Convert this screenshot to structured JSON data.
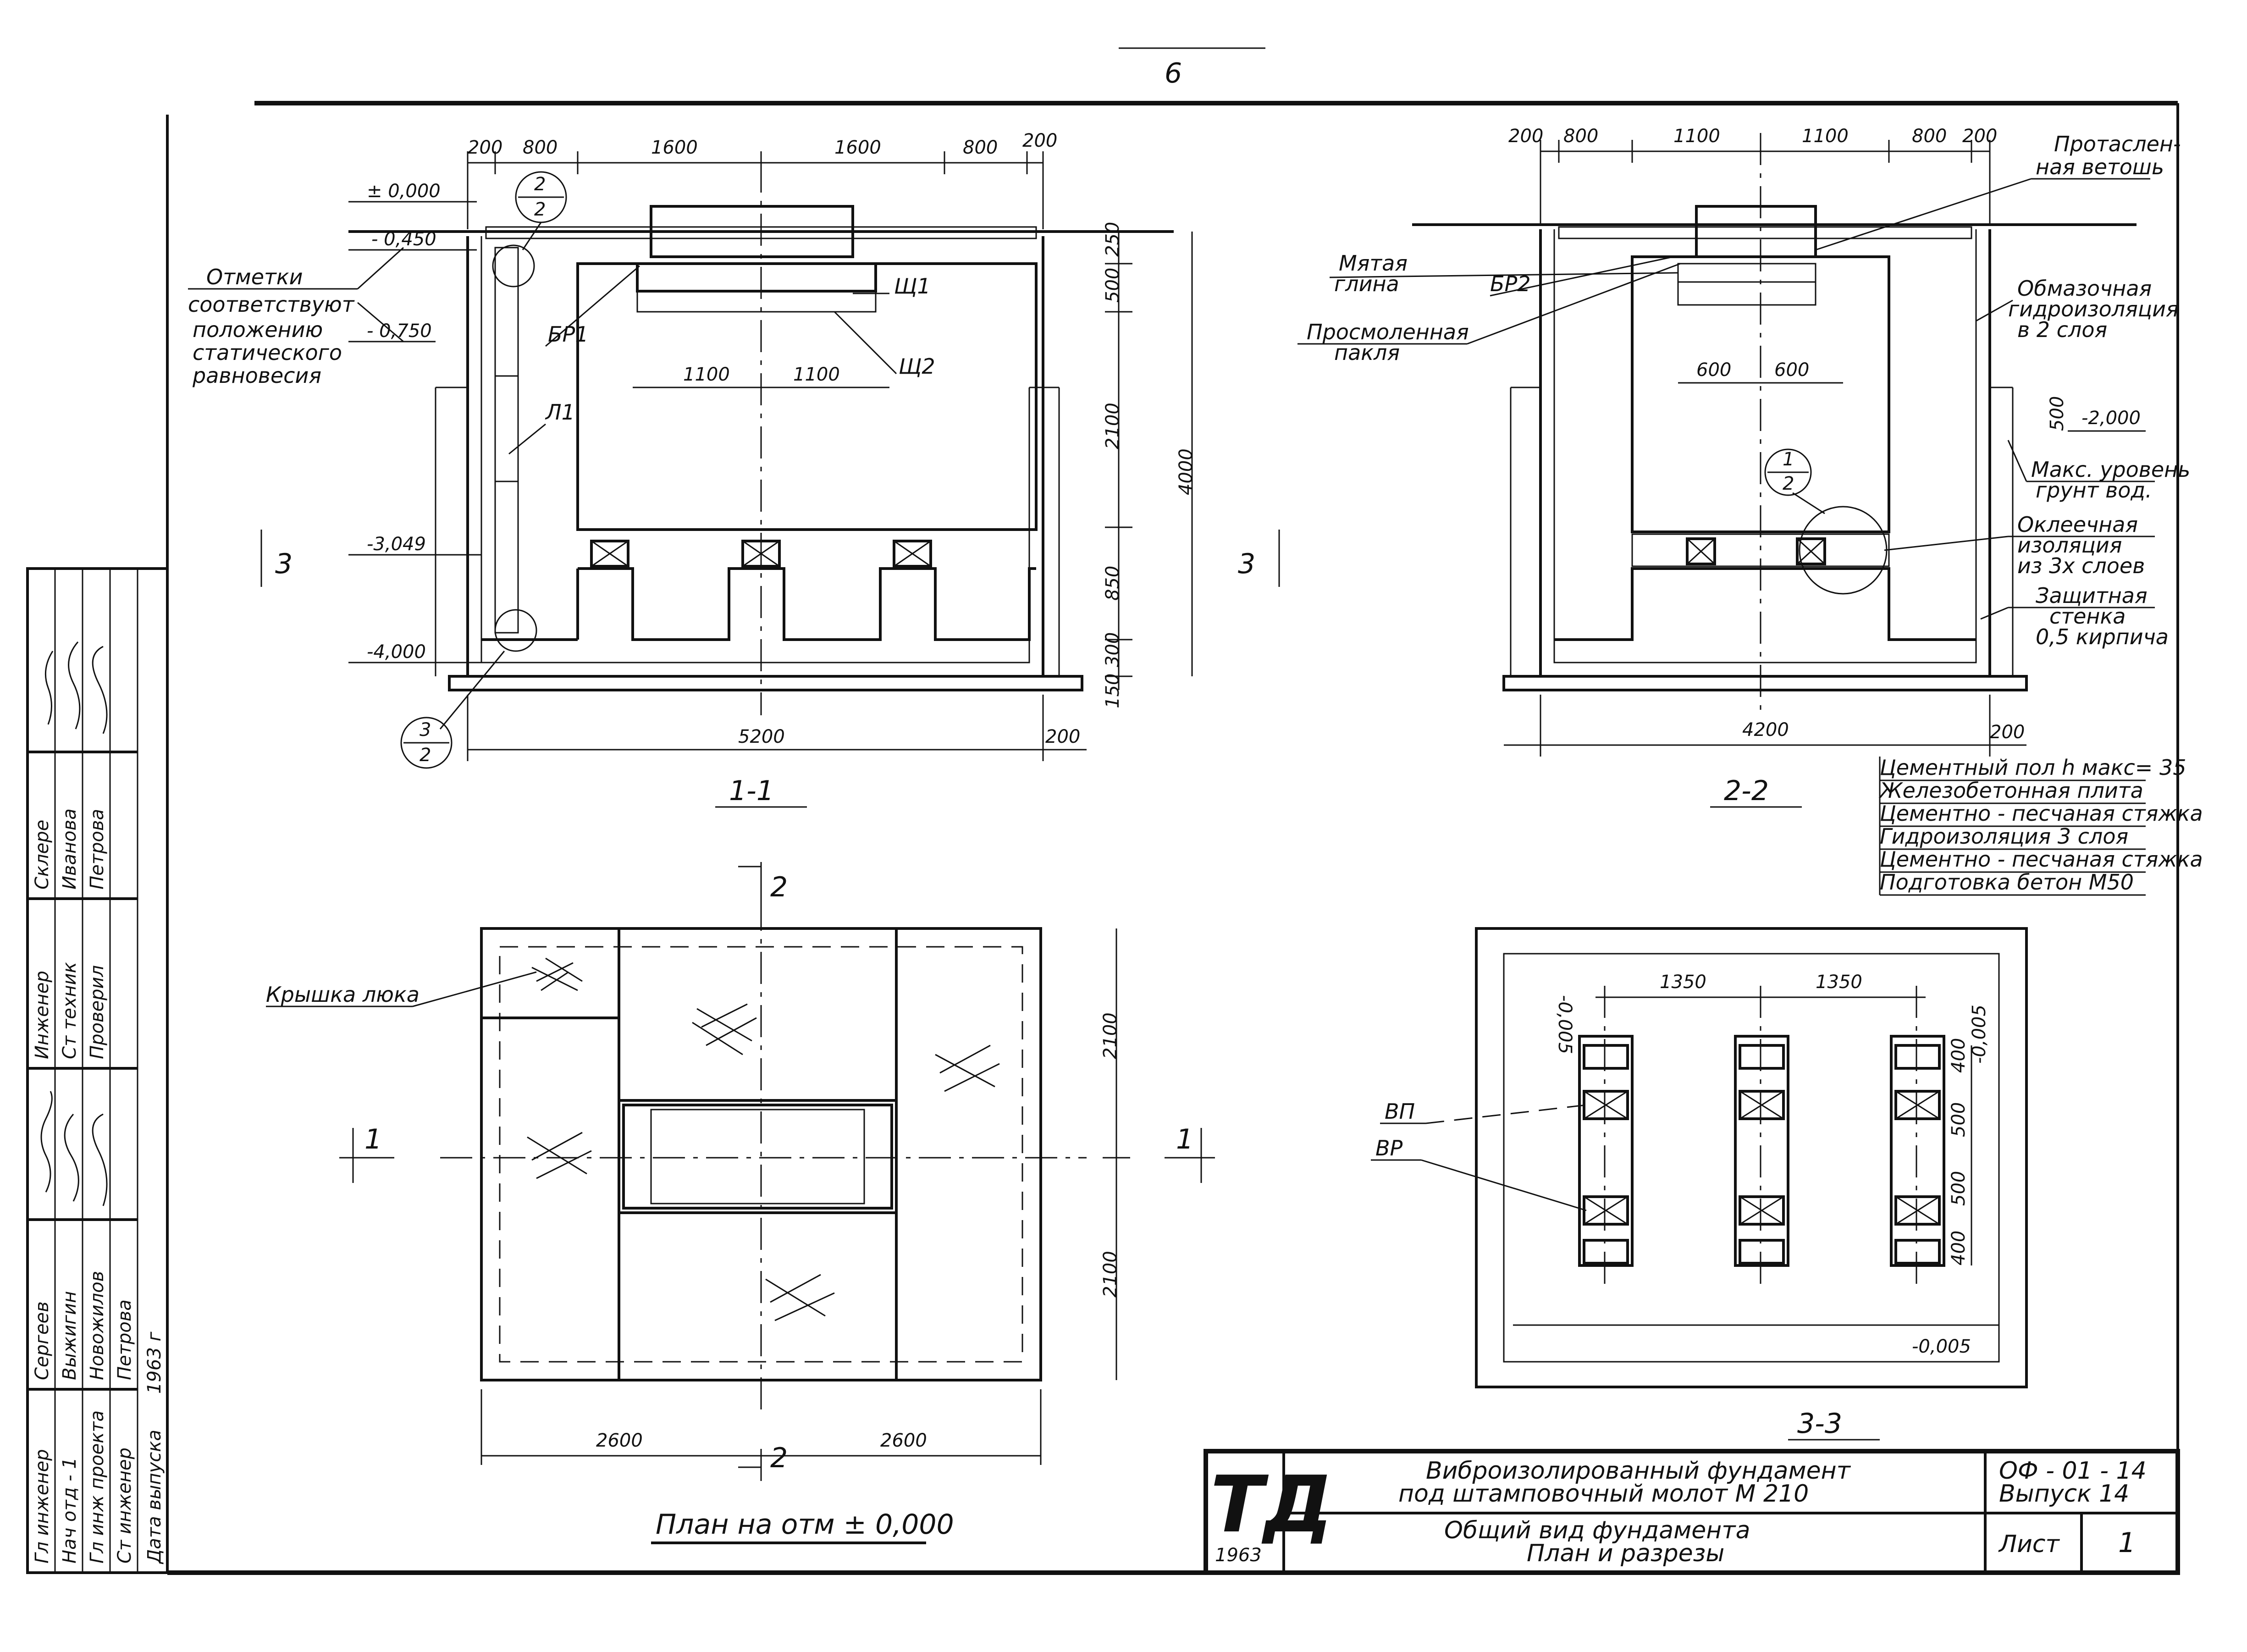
{
  "page_number": "6",
  "elevations": {
    "e0": "± 0,000",
    "e450": "- 0,450",
    "e750": "- 0,750",
    "e3049": "-3,049",
    "e4000": "-4,000",
    "e2000": "-2,000"
  },
  "callouts": {
    "c22": [
      "2",
      "2"
    ],
    "c32": [
      "3",
      "2"
    ],
    "c12": [
      "1",
      "2"
    ]
  },
  "section_11": {
    "top_dims": [
      "200",
      "800",
      "1600",
      "1600",
      "800",
      "200"
    ],
    "inner_dims": [
      "1100",
      "1100"
    ],
    "right_dims": [
      "250",
      "500",
      "2100",
      "850",
      "300",
      "150"
    ],
    "total_height": "4000",
    "bottom_dims": [
      "5200",
      "200"
    ],
    "labels": {
      "br1": "БР1",
      "l1": "Л1",
      "sch1": "Щ1",
      "sch2": "Щ2"
    },
    "note": [
      "Отметки",
      "соответствуют",
      "положению",
      "статического",
      "равновесия"
    ],
    "arrow_label": "3",
    "title": "1-1"
  },
  "section_22": {
    "top_dims": [
      "200",
      "800",
      "1100",
      "1100",
      "800",
      "200"
    ],
    "inner_dims": [
      "600",
      "600"
    ],
    "right_dim": "500",
    "bottom_dims": [
      "4200",
      "200"
    ],
    "labels": {
      "clay": [
        "Мятая",
        "глина"
      ],
      "br2": "БР2",
      "tow": [
        "Просмоленная",
        "пакля"
      ],
      "rag": [
        "Протаслен-",
        "ная ветошь"
      ],
      "coat": [
        "Обмазочная",
        "гидроизоляция",
        "в 2 слоя"
      ],
      "water": [
        "Макс. уровень",
        "грунт вод."
      ],
      "paste": [
        "Оклеечная",
        "изоляция",
        "из 3х слоев"
      ],
      "wall": [
        "Защитная",
        "стенка",
        "0,5 кирпича"
      ]
    },
    "layers": [
      "Цементный пол h макс= 35",
      "Железобетонная плита",
      "Цементно - песчаная стяжка",
      "Гидроизоляция 3 слоя",
      "Цементно - песчаная стяжка",
      "Подготовка бетон М50"
    ],
    "title": "2-2"
  },
  "plan": {
    "section_mark_2": "2",
    "section_mark_1": "1",
    "hatch_label": "Крышка люка",
    "right_dims": [
      "2100",
      "2100"
    ],
    "bottom_dims": [
      "2600",
      "2600"
    ],
    "title": "План на  отм ± 0,000"
  },
  "section_33": {
    "dims": [
      "1350",
      "1350"
    ],
    "right_dims": [
      "400",
      "500",
      "500",
      "400"
    ],
    "levels": [
      "-0,005",
      "-0,005",
      "-0,005"
    ],
    "labels": {
      "vp": "ВП",
      "vr": "ВР"
    },
    "title": "3-3"
  },
  "stamp": {
    "logo": "ТД",
    "year": "1963",
    "title_top": [
      "Виброизолированный фундамент",
      "под штамповочный молот М 210"
    ],
    "title_bottom": [
      "Общий  вид  фундамента",
      "План  и разрезы"
    ],
    "code": [
      "ОФ - 01 - 14",
      "Выпуск  14"
    ],
    "sheet_label": "Лист",
    "sheet_no": "1"
  },
  "side_block": {
    "roles": [
      "Гл инженер",
      "Нач  отд - 1",
      "Гл инж проекта",
      "Ст инженер",
      "Дата выпуска"
    ],
    "names": [
      "Сергеев",
      "Выжигин",
      "Новожилов",
      "Петрова"
    ],
    "date": "1963 г",
    "roles2": [
      "Инженер",
      "Ст техник",
      "Проверил"
    ],
    "names2": [
      "Склере",
      "Иванова",
      "Петрова"
    ]
  }
}
